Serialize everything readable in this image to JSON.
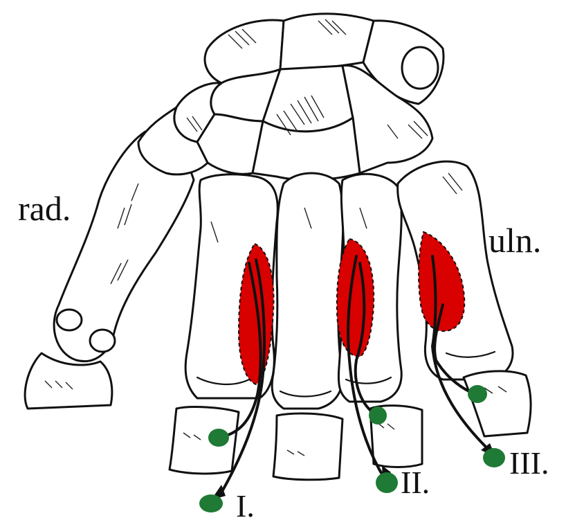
{
  "labels": {
    "radial_side": "rad.",
    "ulnar_side": "uln.",
    "interosseus_1": "I.",
    "interosseus_2": "II.",
    "interosseus_3": "III."
  },
  "colors": {
    "muscle_origin": "#d90000",
    "insertion": "#1e7a34",
    "outline": "#111111",
    "background": "#ffffff"
  }
}
